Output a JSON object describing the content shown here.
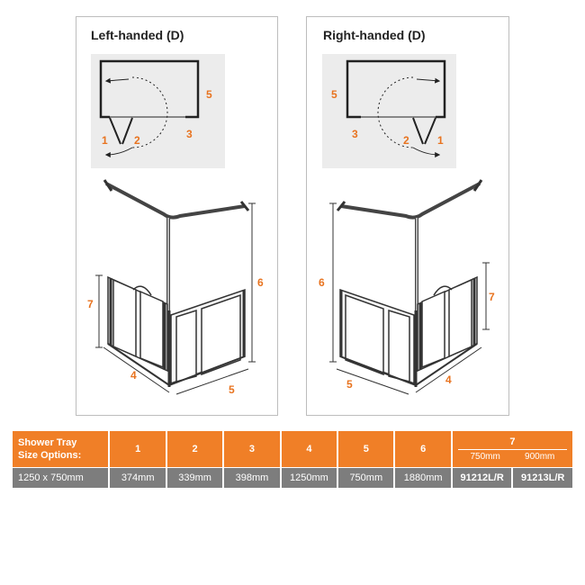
{
  "panels": {
    "left": {
      "title": "Left-handed (D)"
    },
    "right": {
      "title": "Right-handed (D)"
    }
  },
  "dimension_labels": {
    "d1": "1",
    "d2": "2",
    "d3": "3",
    "d4": "4",
    "d5": "5",
    "d6": "6",
    "d7": "7"
  },
  "table": {
    "header_line1": "Shower Tray",
    "header_line2": "Size Options:",
    "columns": [
      "1",
      "2",
      "3",
      "4",
      "5",
      "6"
    ],
    "col7_label": "7",
    "col7_sub": [
      "750mm",
      "900mm"
    ],
    "row": {
      "size": "1250 x 750mm",
      "values": [
        "374mm",
        "339mm",
        "398mm",
        "1250mm",
        "750mm",
        "1880mm"
      ],
      "code_750": "91212L/R",
      "code_900": "91213L/R"
    }
  },
  "colors": {
    "accent": "#f07f27",
    "row_bg": "#7d7d7d",
    "label": "#e8731f"
  }
}
